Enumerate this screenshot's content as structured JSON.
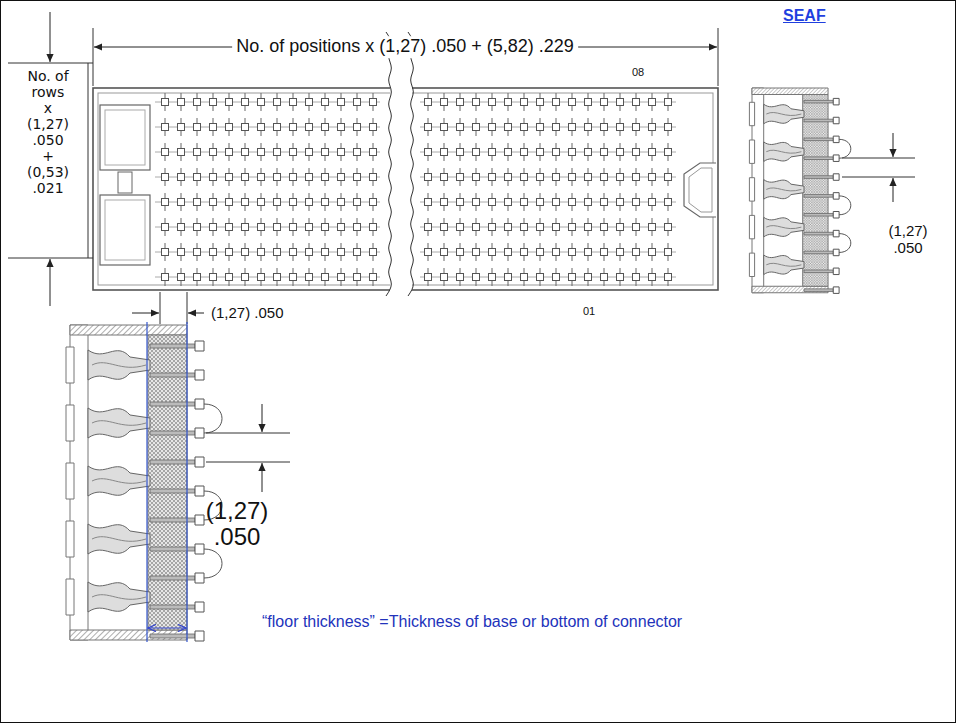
{
  "diagram": {
    "labels": [
      "No. of positions x (1,27) .050 + (5,82) .229",
      "SEAF",
      "08",
      "No. of rows x (1,27) .050 + (0,53) .021",
      "(1,27) .050",
      "(1,27) .050",
      "01",
      "(1,27) .050",
      "“floor thickness” =Thickness of base or bottom of connector"
    ]
  }
}
